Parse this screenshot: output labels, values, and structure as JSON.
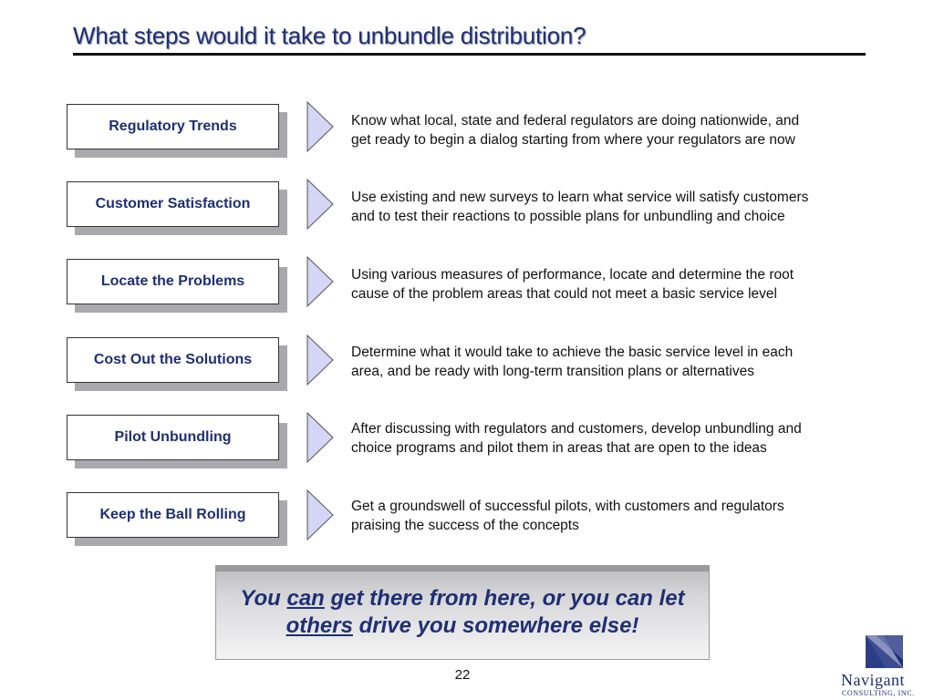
{
  "slide": {
    "title": "What steps would it take to unbundle distribution?",
    "page_number": "22"
  },
  "steps": [
    {
      "label": "Regulatory Trends",
      "line1": "Know what local, state and federal regulators are doing nationwide, and",
      "line2": "get ready to begin a dialog starting from where your regulators are now"
    },
    {
      "label": "Customer Satisfaction",
      "line1": "Use existing and new surveys to learn what service will satisfy customers",
      "line2": "and to test their reactions to possible plans for unbundling and choice"
    },
    {
      "label": "Locate the Problems",
      "line1": "Using various measures of performance, locate and determine the root",
      "line2": "cause of the problem areas that could not meet a basic service level"
    },
    {
      "label": "Cost Out the Solutions",
      "line1": "Determine what it would take to achieve the basic service level in each",
      "line2": "area, and be ready with long-term transition plans or alternatives"
    },
    {
      "label": "Pilot Unbundling",
      "line1": "After discussing with regulators and customers, develop unbundling and",
      "line2": "choice programs and pilot them in areas that are open to the ideas"
    },
    {
      "label": "Keep the Ball Rolling",
      "line1": "Get a groundswell of successful pilots, with customers and regulators",
      "line2": "praising the success of the concepts"
    }
  ],
  "callout": {
    "part1": "You ",
    "part2": "can",
    "part3": " get there from here, or you can let",
    "part4": "others",
    "part5": " drive you somewhere else!"
  },
  "logo": {
    "name": "Navigant",
    "subtitle": "CONSULTING, INC."
  },
  "colors": {
    "title": "#1f2f73",
    "arrow_fill": "#d5d5f5",
    "box_shadow": "#a9a9ad"
  }
}
